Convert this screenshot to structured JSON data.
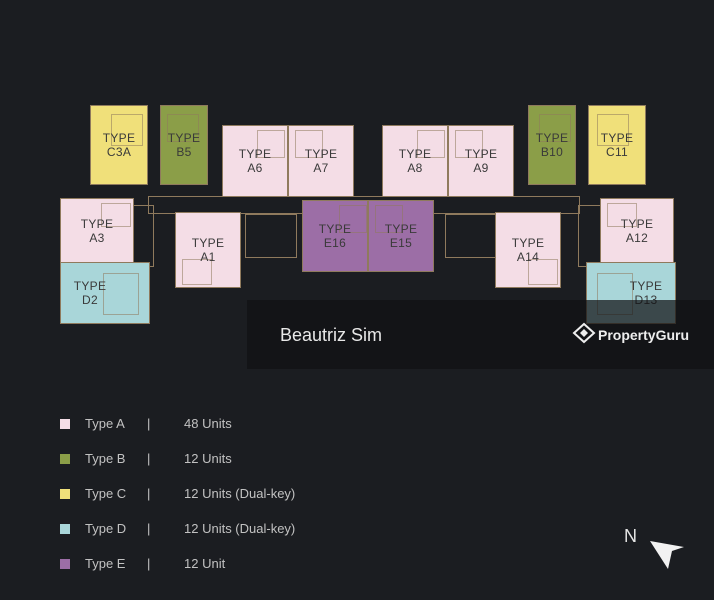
{
  "colors": {
    "type_a": "#f4dde6",
    "type_b": "#8b9e48",
    "type_c": "#f0e07a",
    "type_d": "#a9d6d9",
    "type_e": "#9c6ea6",
    "outline": "#8f7a5d",
    "background": "#1b1d21"
  },
  "units": {
    "c3a": {
      "type": "TYPE",
      "name": "C3A"
    },
    "b5": {
      "type": "TYPE",
      "name": "B5"
    },
    "a6": {
      "type": "TYPE",
      "name": "A6"
    },
    "a7": {
      "type": "TYPE",
      "name": "A7"
    },
    "a8": {
      "type": "TYPE",
      "name": "A8"
    },
    "a9": {
      "type": "TYPE",
      "name": "A9"
    },
    "b10": {
      "type": "TYPE",
      "name": "B10"
    },
    "c11": {
      "type": "TYPE",
      "name": "C11"
    },
    "a3": {
      "type": "TYPE",
      "name": "A3"
    },
    "a1": {
      "type": "TYPE",
      "name": "A1"
    },
    "e16": {
      "type": "TYPE",
      "name": "E16"
    },
    "e15": {
      "type": "TYPE",
      "name": "E15"
    },
    "a14": {
      "type": "TYPE",
      "name": "A14"
    },
    "a12": {
      "type": "TYPE",
      "name": "A12"
    },
    "d2": {
      "type": "TYPE",
      "name": "D2"
    },
    "d13": {
      "type": "TYPE",
      "name": "D13"
    }
  },
  "watermark": {
    "agent_name": "Beautriz Sim",
    "brand": "PropertyGuru"
  },
  "legend": [
    {
      "type": "Type A",
      "sep": "|",
      "units": "48 Units"
    },
    {
      "type": "Type B",
      "sep": "|",
      "units": "12 Units"
    },
    {
      "type": "Type C",
      "sep": "|",
      "units": "12 Units  (Dual-key)"
    },
    {
      "type": "Type D",
      "sep": "|",
      "units": "12 Units  (Dual-key)"
    },
    {
      "type": "Type E",
      "sep": "|",
      "units": "12 Unit"
    }
  ],
  "compass": {
    "label": "N",
    "icon": "north-arrow-icon"
  }
}
